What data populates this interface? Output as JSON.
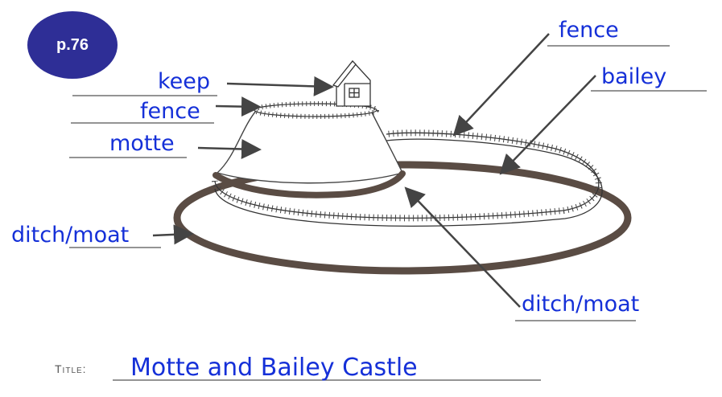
{
  "page_badge": "p.76",
  "labels": {
    "keep": "keep",
    "fence_left": "fence",
    "motte": "motte",
    "ditch_left": "ditch/moat",
    "fence_right": "fence",
    "bailey": "bailey",
    "ditch_right": "ditch/moat"
  },
  "title": {
    "caption": "Title:",
    "text": "Motte and Bailey Castle"
  },
  "colors": {
    "label_blue": "#1530d8",
    "badge_navy": "#2e2e96",
    "ditch_brown": "#5a4c44"
  }
}
